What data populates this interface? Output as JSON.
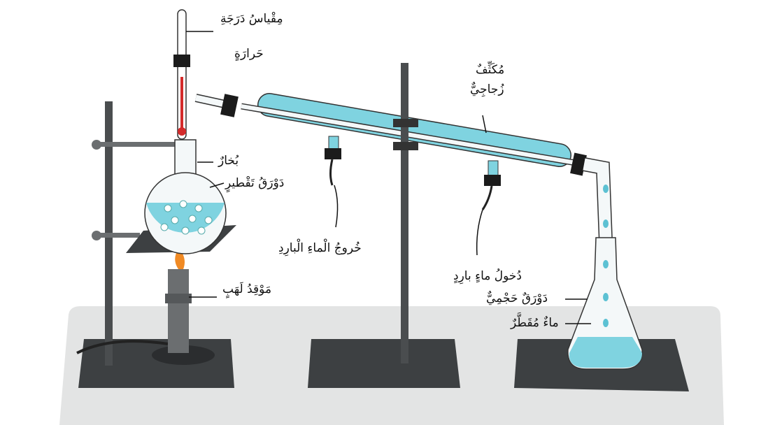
{
  "labels": {
    "thermometer_line1": "مِقْياسُ دَرَجَةِ",
    "thermometer_line2": "حَرارَةٍ",
    "vapor": "بُخارٌ",
    "distillation_flask": "دَوْرَقُ تَقْطيرٍ",
    "burner": "مَوْقِدُ لَهَبٍ",
    "condenser_line1": "مُكَثِّفٌ",
    "condenser_line2": "زُجاجِيٌّ",
    "water_out": "خُروجُ الْماءِ الْبارِدِ",
    "water_in": "دُخولُ ماءٍ بارِدٍ",
    "volumetric_flask": "دَوْرَقٌ حَجْمِيٌّ",
    "distilled_water": "ماءٌ مُقَطَّرٌ"
  },
  "colors": {
    "water": "#7fd3e0",
    "table": "#e3e4e4",
    "metal": "#4a4d4f",
    "flame": "#f08a24",
    "mercury": "#d42a2a"
  }
}
